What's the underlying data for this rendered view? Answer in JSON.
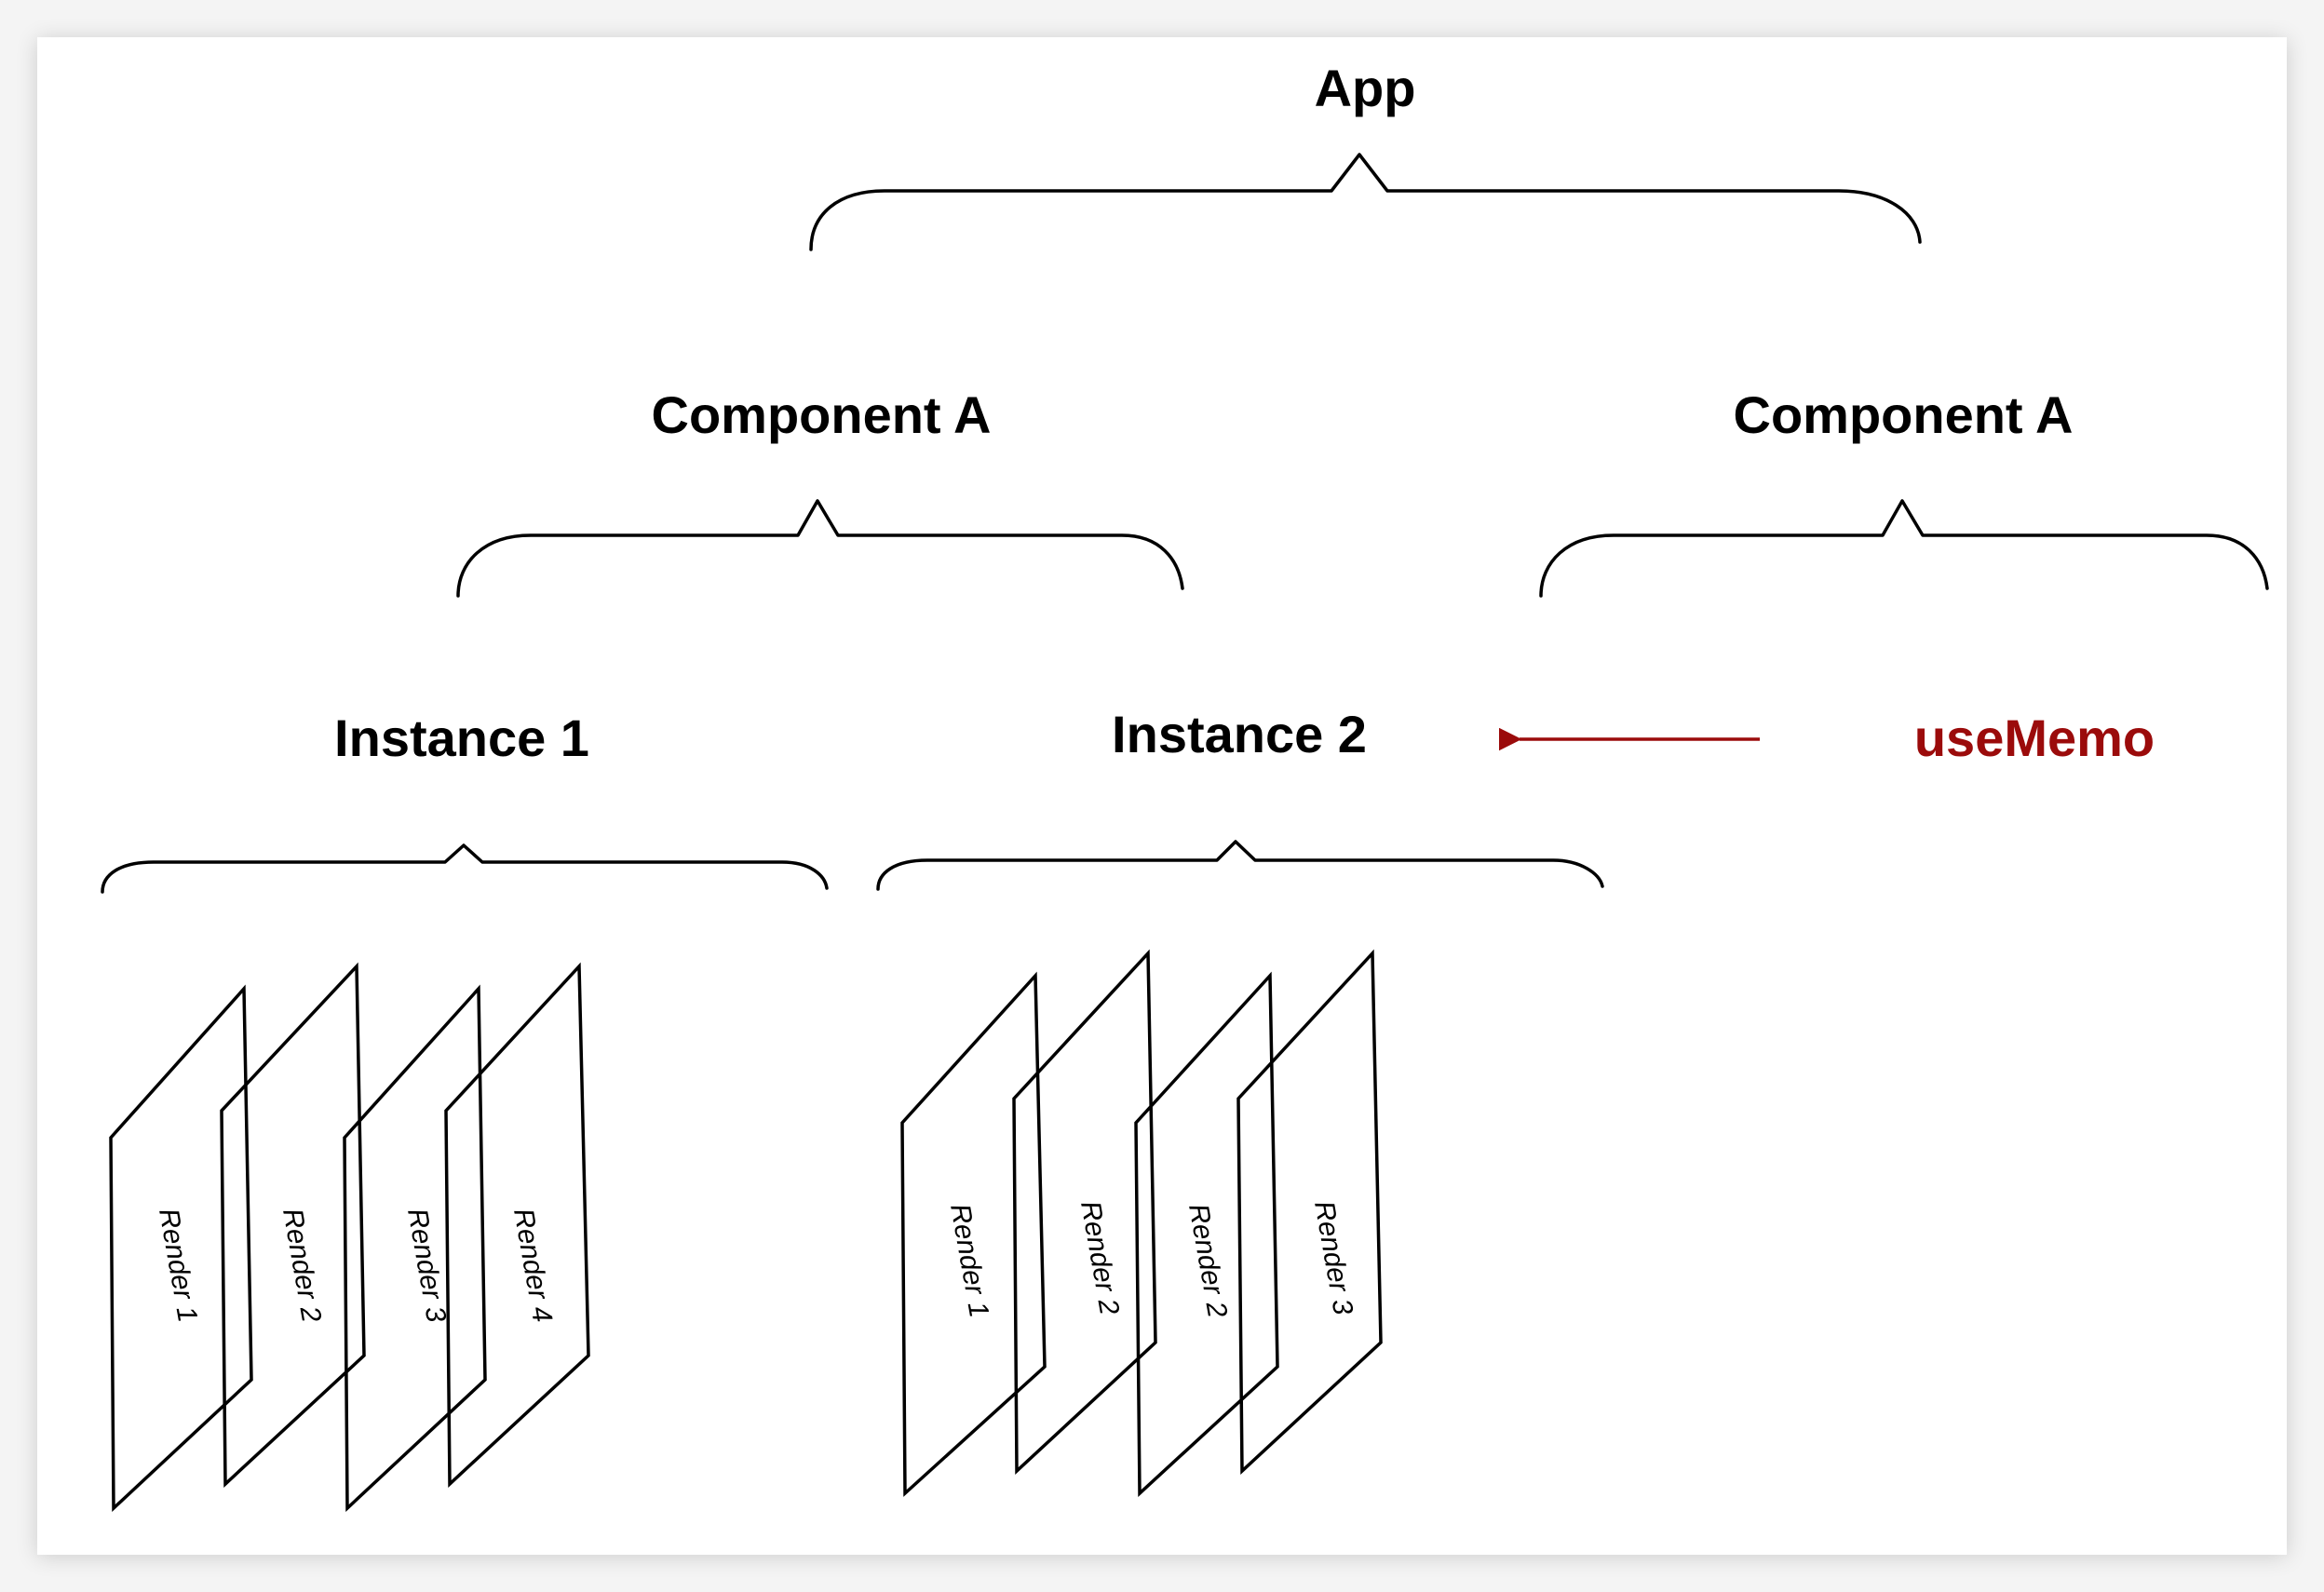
{
  "diagram": {
    "root": {
      "label": "App"
    },
    "components": [
      {
        "label": "Component A"
      },
      {
        "label": "Component A"
      }
    ],
    "instances": [
      {
        "label": "Instance 1",
        "renders": [
          "Render 1",
          "Render 2",
          "Render 3",
          "Render 4"
        ]
      },
      {
        "label": "Instance 2",
        "renders": [
          "Render 1",
          "Render 2",
          "Render 2",
          "Render 3"
        ]
      }
    ],
    "annotation": {
      "label": "useMemo",
      "color": "#9b0b0b"
    }
  }
}
